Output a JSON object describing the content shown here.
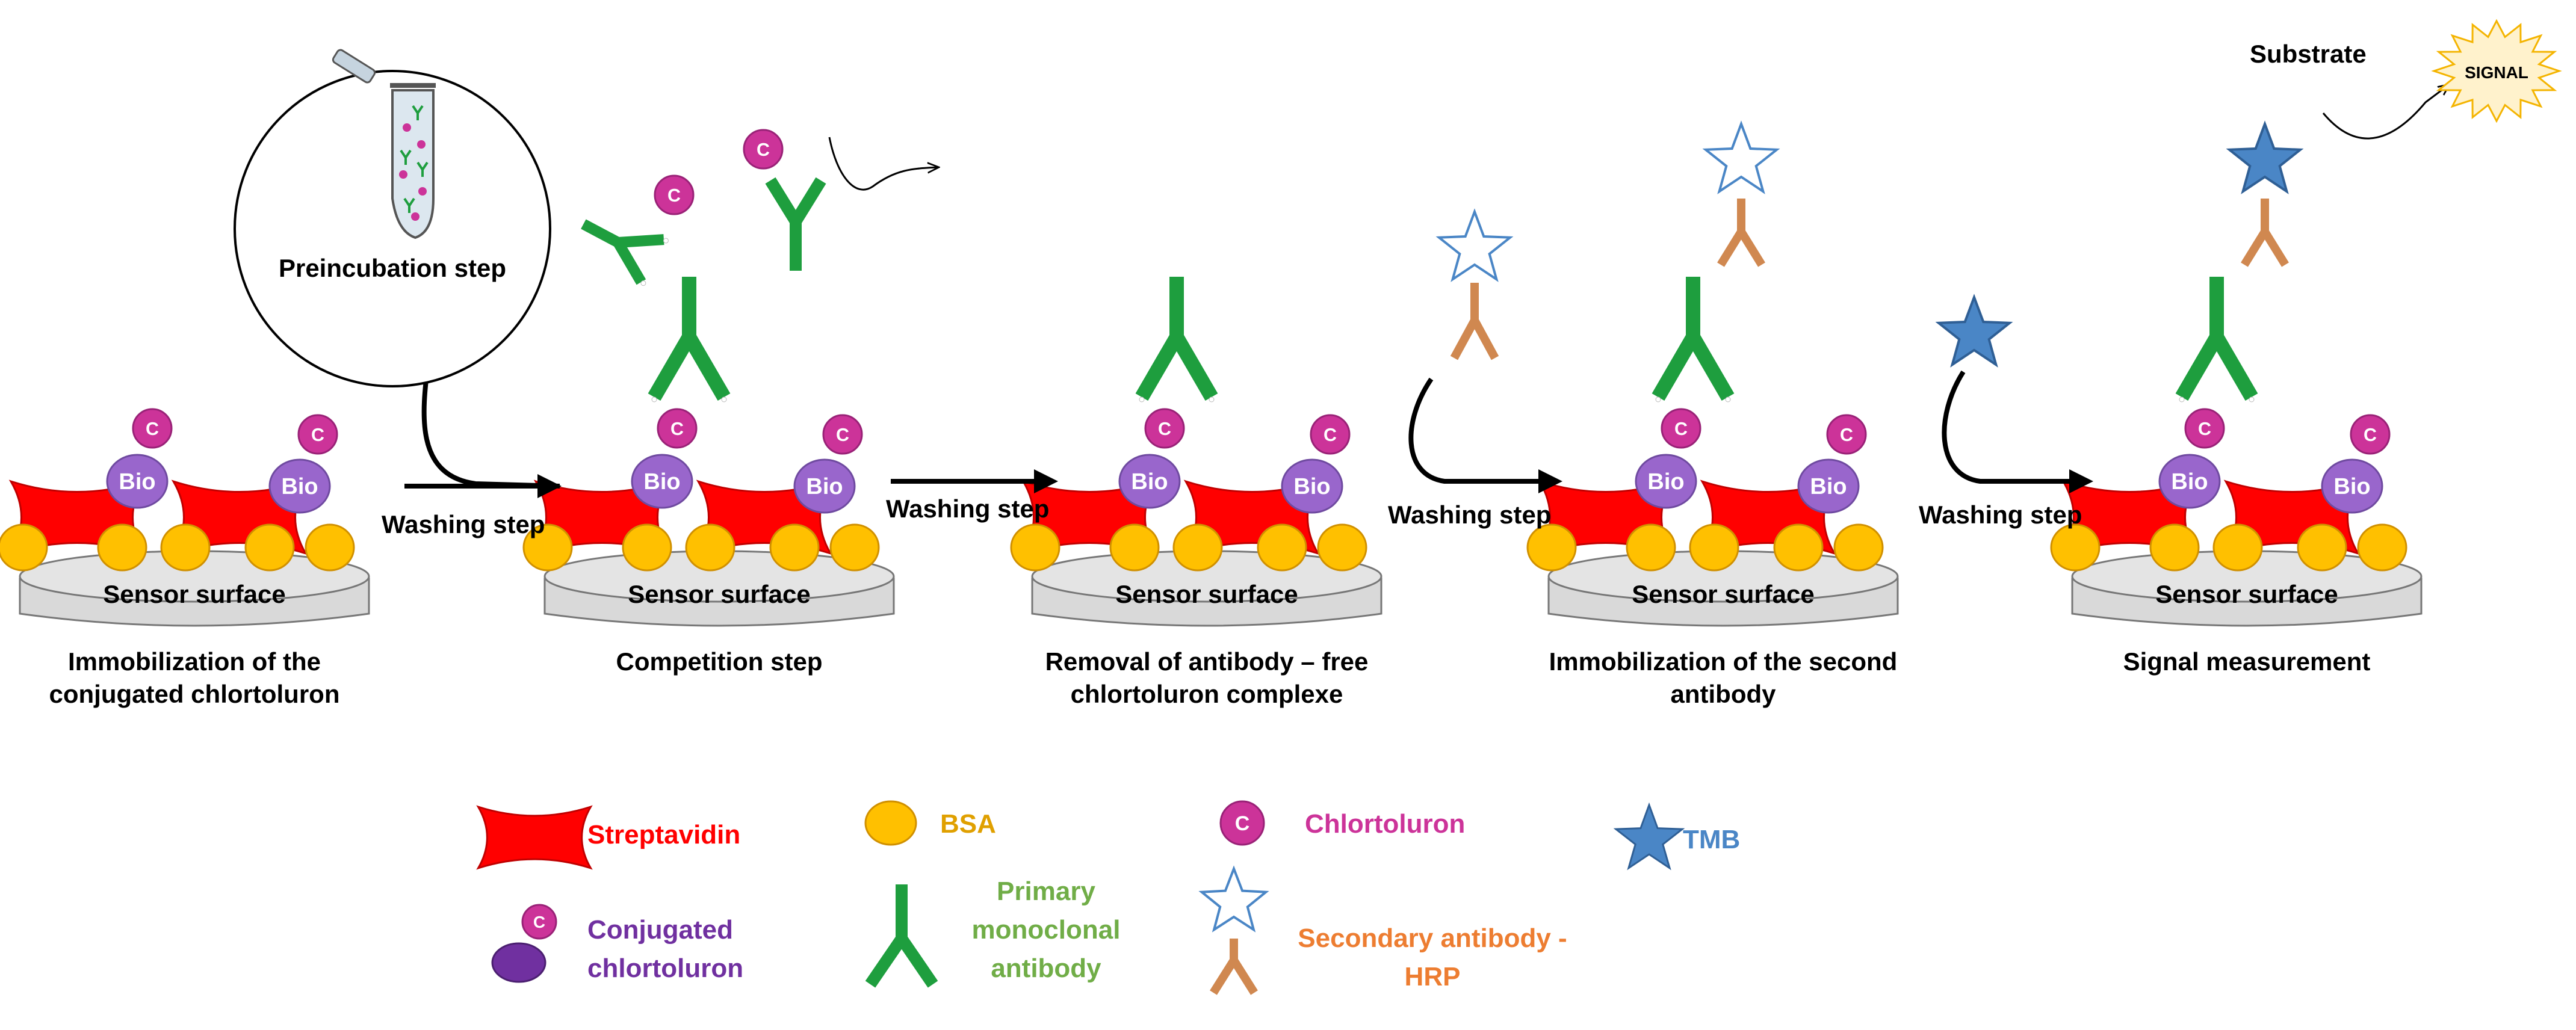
{
  "stages": [
    {
      "surface": "Sensor surface",
      "caption": [
        "Immobilization of the",
        "conjugated chlortoluron"
      ]
    },
    {
      "surface": "Sensor surface",
      "caption": [
        "Competition step"
      ]
    },
    {
      "surface": "Sensor surface",
      "caption": [
        "Removal of antibody – free",
        "chlortoluron complexe"
      ]
    },
    {
      "surface": "Sensor surface",
      "caption": [
        "Immobilization of the second",
        "antibody"
      ]
    },
    {
      "surface": "Sensor surface",
      "caption": [
        "Signal measurement"
      ]
    }
  ],
  "washing_label": "Washing step",
  "preincubation_label": "Preincubation step",
  "substrate_label": "Substrate",
  "signal_label": "SIGNAL",
  "bio_label": "Bio",
  "chlortoluron_symbol": "C",
  "legend": {
    "streptavidin": "Streptavidin",
    "bsa": "BSA",
    "chlortoluron": "Chlortoluron",
    "tmb": "TMB",
    "conjugated": [
      "Conjugated",
      "chlortoluron"
    ],
    "primary": [
      "Primary",
      "monoclonal",
      "antibody"
    ],
    "secondary": [
      "Secondary antibody -",
      "HRP"
    ]
  },
  "colors": {
    "streptavidin": "#ff0000",
    "bsa": "#ffc000",
    "bio": "#9966cc",
    "chlortoluron": "#cc3399",
    "primary_antibody": "#1e9e3e",
    "secondary_antibody": "#d08850",
    "tmb": "#4a86c6",
    "signal": "#fff2cc",
    "legend_streptavidin": "#ff0000",
    "legend_bsa": "#e0a000",
    "legend_chlortoluron": "#cc3399",
    "legend_tmb": "#4a86c6",
    "legend_conjugated": "#7030a0",
    "legend_primary": "#70ad47",
    "legend_secondary": "#ed7d31"
  }
}
